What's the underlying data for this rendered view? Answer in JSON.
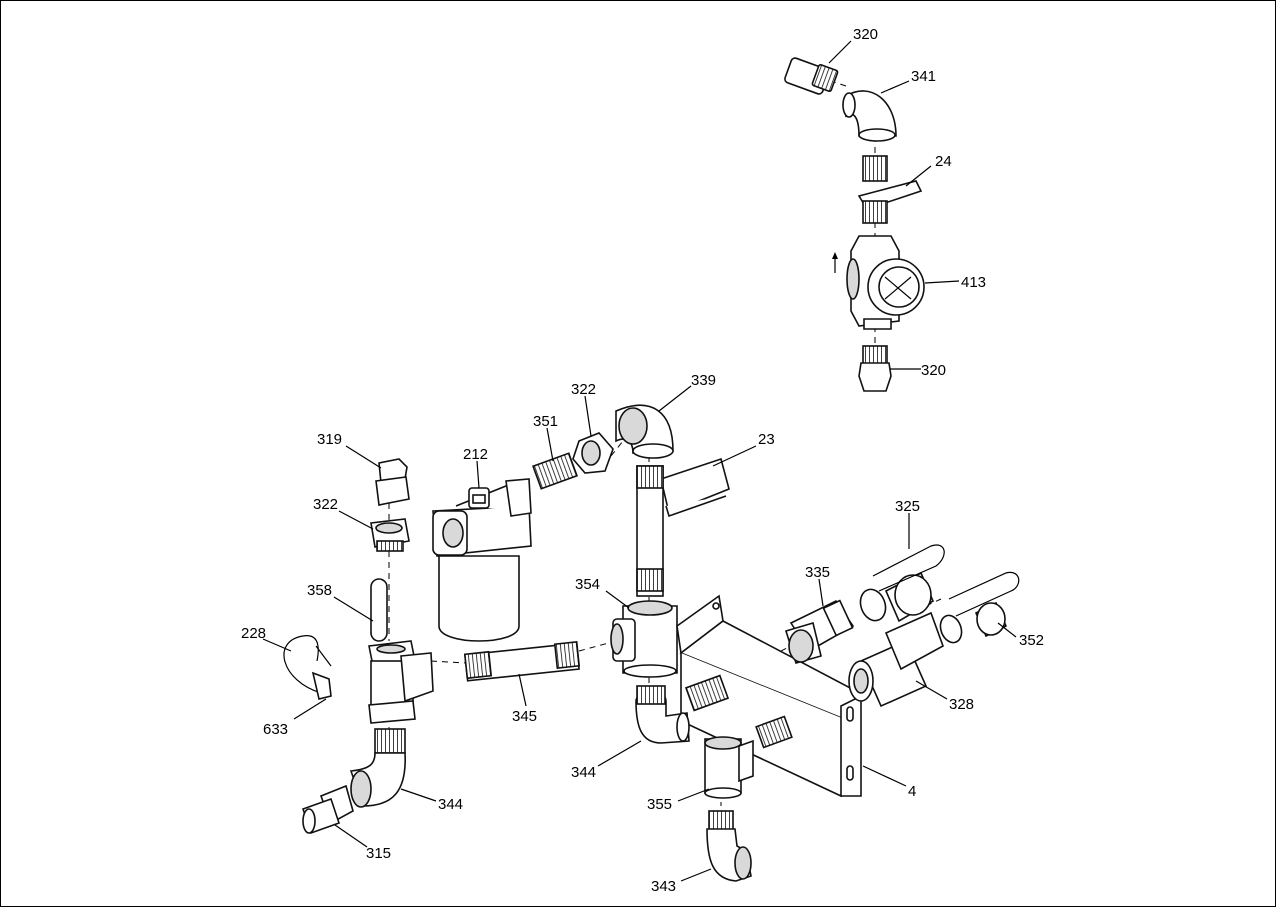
{
  "diagram": {
    "callouts": [
      {
        "id": "c-320-top",
        "text": "320"
      },
      {
        "id": "c-341",
        "text": "341"
      },
      {
        "id": "c-24",
        "text": "24"
      },
      {
        "id": "c-413",
        "text": "413"
      },
      {
        "id": "c-320-bot",
        "text": "320"
      },
      {
        "id": "c-339",
        "text": "339"
      },
      {
        "id": "c-322-a",
        "text": "322"
      },
      {
        "id": "c-351",
        "text": "351"
      },
      {
        "id": "c-23",
        "text": "23"
      },
      {
        "id": "c-212",
        "text": "212"
      },
      {
        "id": "c-319",
        "text": "319"
      },
      {
        "id": "c-322-b",
        "text": "322"
      },
      {
        "id": "c-325",
        "text": "325"
      },
      {
        "id": "c-335",
        "text": "335"
      },
      {
        "id": "c-354",
        "text": "354"
      },
      {
        "id": "c-358",
        "text": "358"
      },
      {
        "id": "c-228",
        "text": "228"
      },
      {
        "id": "c-352",
        "text": "352"
      },
      {
        "id": "c-328",
        "text": "328"
      },
      {
        "id": "c-345",
        "text": "345"
      },
      {
        "id": "c-633",
        "text": "633"
      },
      {
        "id": "c-344-a",
        "text": "344"
      },
      {
        "id": "c-344-b",
        "text": "344"
      },
      {
        "id": "c-4",
        "text": "4"
      },
      {
        "id": "c-355",
        "text": "355"
      },
      {
        "id": "c-315",
        "text": "315"
      },
      {
        "id": "c-343",
        "text": "343"
      }
    ]
  }
}
